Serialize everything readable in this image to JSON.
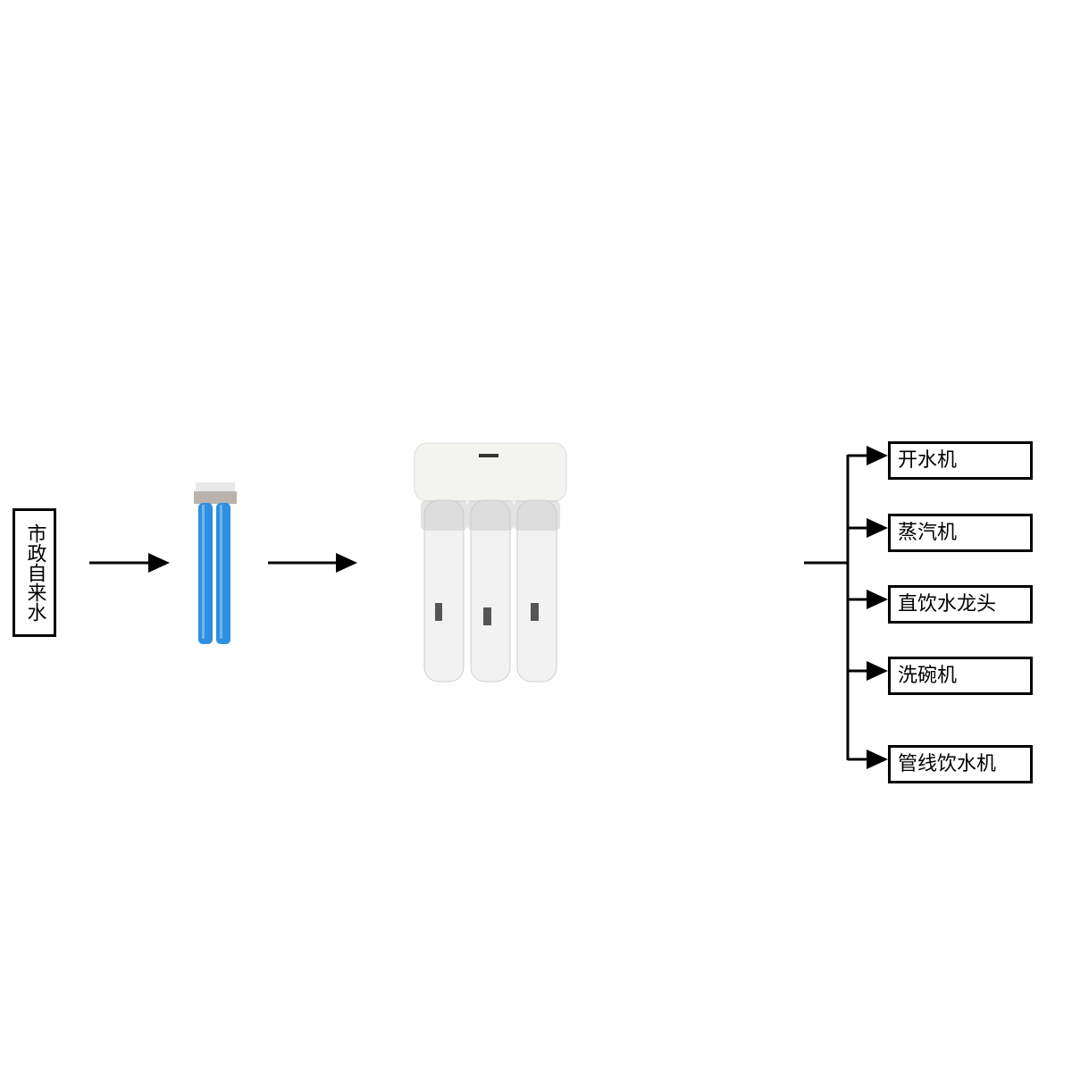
{
  "source": {
    "label": "市政自来水"
  },
  "devices": [
    {
      "icon": "blue-prefilter-icon"
    },
    {
      "icon": "three-stage-filter-icon"
    }
  ],
  "outputs": [
    {
      "label": "开水机"
    },
    {
      "label": "蒸汽机"
    },
    {
      "label": "直饮水龙头"
    },
    {
      "label": "洗碗机"
    },
    {
      "label": "管线饮水机"
    }
  ]
}
